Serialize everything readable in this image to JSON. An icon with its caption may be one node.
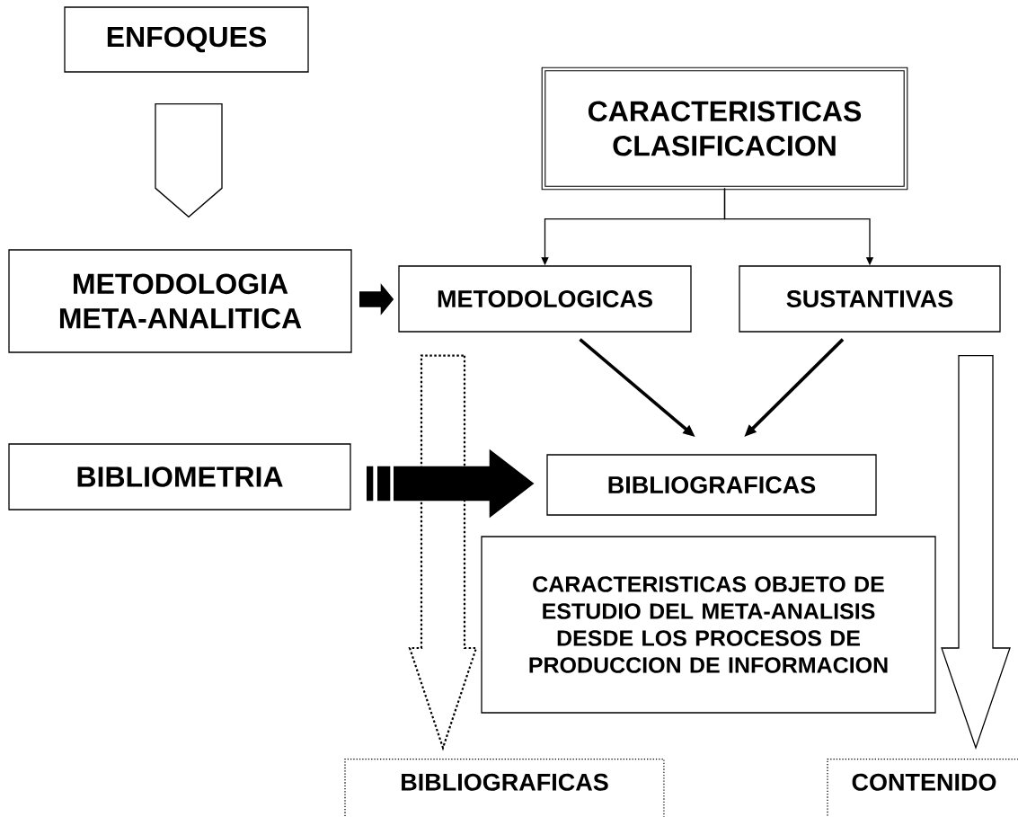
{
  "diagram": {
    "nodes": [
      {
        "text": [
          "ENFOQUES"
        ]
      },
      {
        "text": [
          "CARACTERISTICAS CLASIFICACION"
        ]
      },
      {
        "text": [
          "METODOLOGIA META-ANALITICA"
        ]
      },
      {
        "text": [
          "METODOLOGICAS"
        ]
      },
      {
        "text": [
          "SUSTANTIVAS"
        ]
      },
      {
        "text": [
          "BIBLIOMETRIA"
        ]
      },
      {
        "text": [
          "BIBLIOGRAFICAS"
        ]
      },
      {
        "text": [
          "CARACTERISTICAS OBJETO DE ESTUDIO DEL META-ANALISIS DESDE LOS PROCESOS DE PRODUCCION DE INFORMACION"
        ]
      },
      {
        "text": [
          "BIBLIOGRAFICAS"
        ]
      },
      {
        "text": [
          "CONTENIDO"
        ]
      }
    ],
    "edges": [
      {
        "from": 0,
        "to": 2,
        "arrow": "to"
      },
      {
        "from": 1,
        "to": 3,
        "arrow": "to"
      },
      {
        "from": 1,
        "to": 4,
        "arrow": "to"
      },
      {
        "from": 2,
        "to": 3,
        "arrow": "to"
      },
      {
        "from": 3,
        "to": 6,
        "arrow": "to",
        "style": "thick"
      },
      {
        "from": 4,
        "to": 6,
        "arrow": "to",
        "style": "thick"
      },
      {
        "from": 5,
        "to": 6,
        "arrow": "to"
      },
      {
        "from": 3,
        "to": 8,
        "arrow": "to",
        "style": "dashed"
      },
      {
        "from": 4,
        "to": 9,
        "arrow": "to"
      }
    ]
  }
}
